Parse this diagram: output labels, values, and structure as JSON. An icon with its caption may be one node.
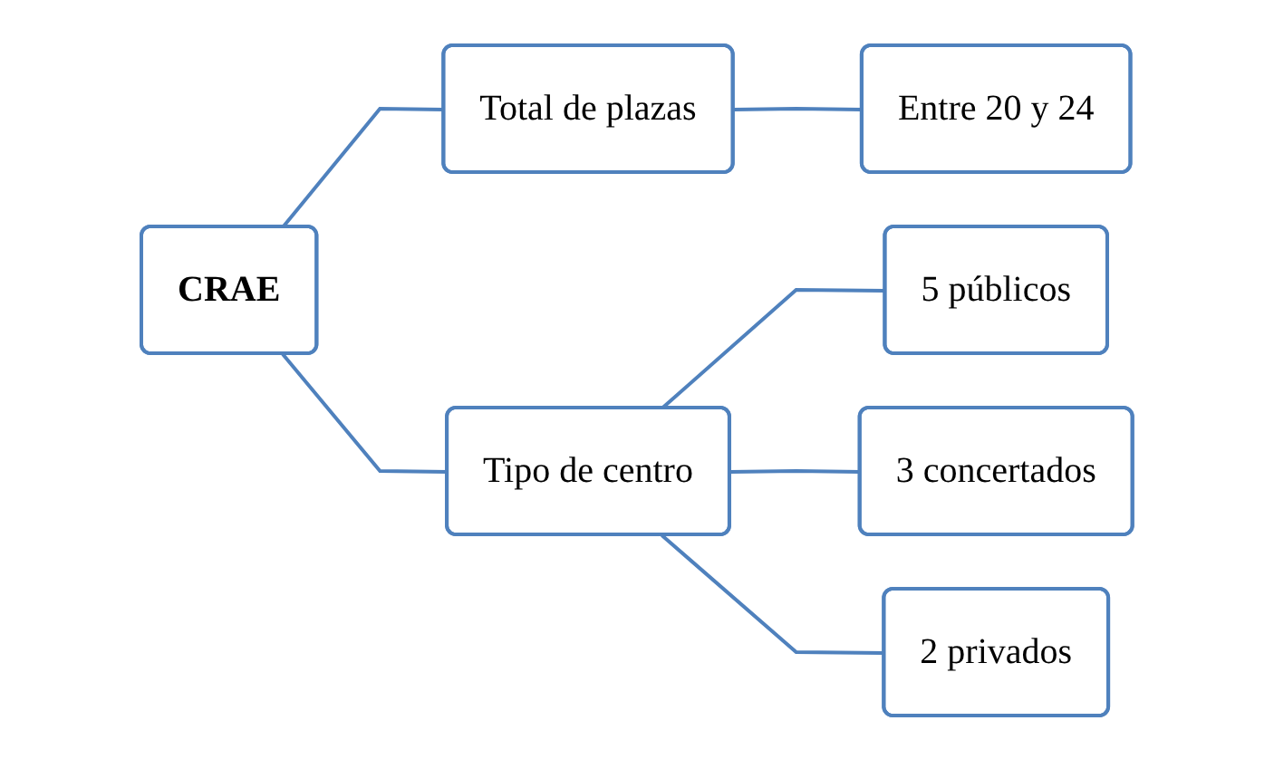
{
  "diagram": {
    "nodes": [
      {
        "text": [
          "CRAE"
        ]
      },
      {
        "text": [
          "Total de plazas"
        ]
      },
      {
        "text": [
          "Tipo de centro"
        ]
      },
      {
        "text": [
          "Entre 20 y 24"
        ]
      },
      {
        "text": [
          "5 públicos"
        ]
      },
      {
        "text": [
          "3 concertados"
        ]
      },
      {
        "text": [
          "2 privados"
        ]
      }
    ],
    "edges": [
      {
        "from": 0,
        "to": 1,
        "arrow": "none"
      },
      {
        "from": 0,
        "to": 2,
        "arrow": "none"
      },
      {
        "from": 1,
        "to": 3,
        "arrow": "none"
      },
      {
        "from": 2,
        "to": 4,
        "arrow": "none"
      },
      {
        "from": 2,
        "to": 5,
        "arrow": "none"
      },
      {
        "from": 2,
        "to": 6,
        "arrow": "none"
      }
    ]
  }
}
